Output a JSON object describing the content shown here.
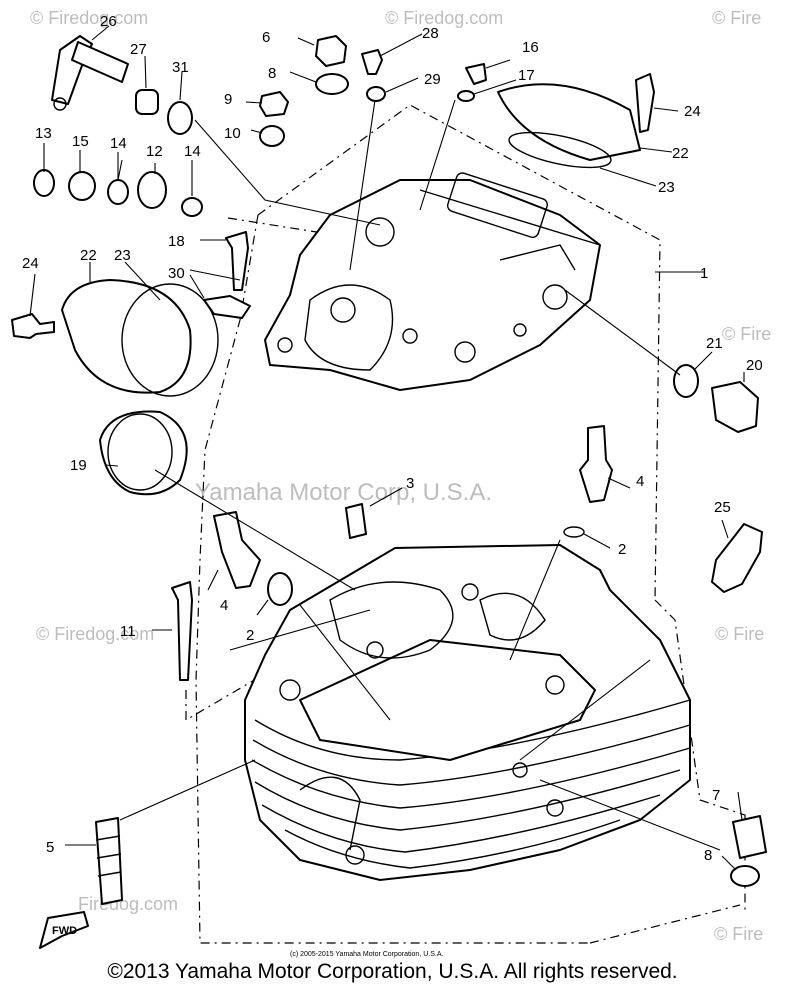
{
  "watermark": {
    "center": "Yamaha Motor Corp, U.S.A.",
    "site": "© Firedog.com",
    "site_short": "© Fire",
    "site_plain": "Firedog.com"
  },
  "fwd_label": "FWD",
  "small_copyright": "(c) 2005-2015 Yamaha Motor Corporation, U.S.A.",
  "copyright": "©2013 Yamaha Motor Corporation, U.S.A. All rights reserved.",
  "callouts": {
    "c1": "1",
    "c2a": "2",
    "c2b": "2",
    "c3": "3",
    "c4a": "4",
    "c4b": "4",
    "c5": "5",
    "c6": "6",
    "c7": "7",
    "c8a": "8",
    "c8b": "8",
    "c9": "9",
    "c10": "10",
    "c11": "11",
    "c12": "12",
    "c13": "13",
    "c14a": "14",
    "c14b": "14",
    "c15": "15",
    "c16": "16",
    "c17": "17",
    "c18": "18",
    "c19": "19",
    "c20": "20",
    "c21": "21",
    "c22a": "22",
    "c22b": "22",
    "c23a": "23",
    "c23b": "23",
    "c24a": "24",
    "c24b": "24",
    "c25": "25",
    "c26": "26",
    "c27": "27",
    "c28": "28",
    "c29": "29",
    "c30": "30",
    "c31": "31"
  }
}
